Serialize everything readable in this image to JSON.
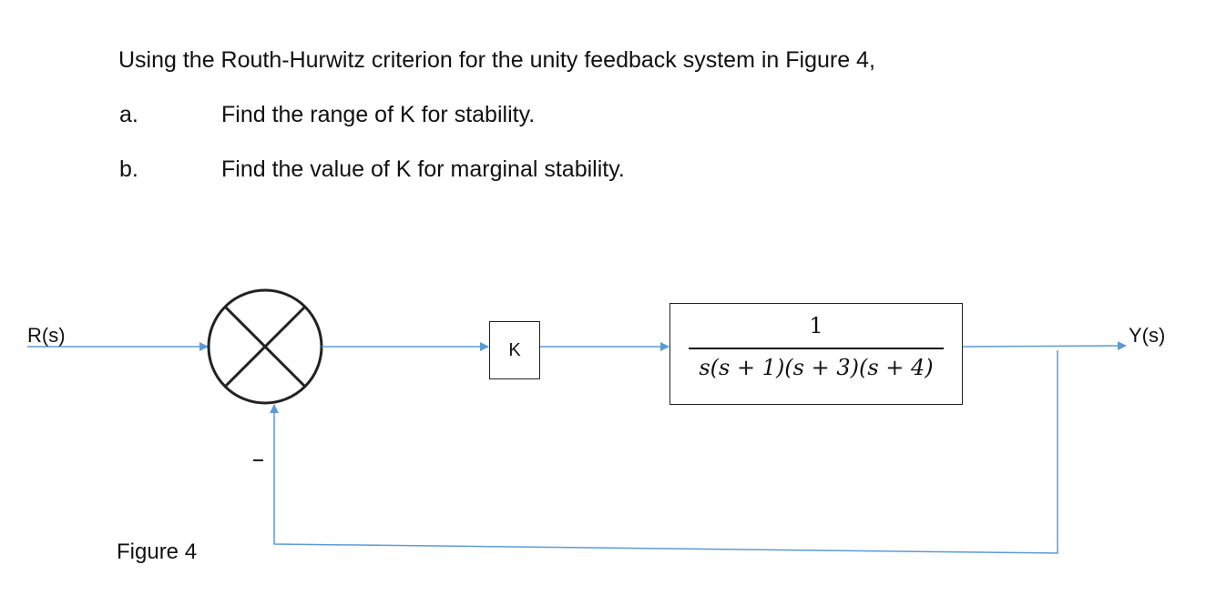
{
  "question": {
    "intro": "Using the Routh-Hurwitz criterion for the unity feedback system in Figure 4,",
    "items": [
      {
        "marker": "a.",
        "text": "Find the range of K for stability."
      },
      {
        "marker": "b.",
        "text": "Find the value of K for marginal stability."
      }
    ]
  },
  "diagram": {
    "input_label": "R(s)",
    "output_label": "Y(s)",
    "feedback_sign": "−",
    "gain_block": "K",
    "plant_numerator": "1",
    "plant_denominator": "s(s + 1)(s + 3)(s + 4)",
    "caption": "Figure 4",
    "wire_color": "#5b9bd5",
    "line_color": "#222222"
  }
}
